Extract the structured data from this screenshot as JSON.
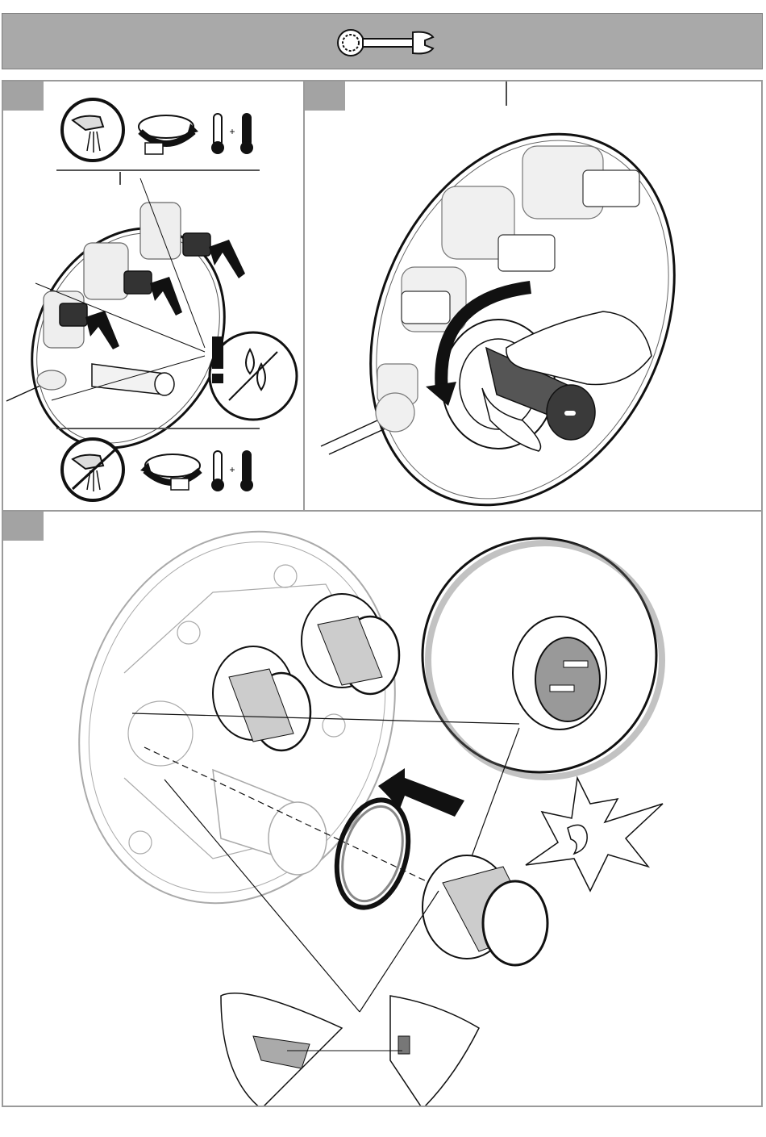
{
  "header": {
    "icon": "wrench-icon"
  },
  "steps": [
    {
      "id": "step-1",
      "icons": [
        "no-flow-tap-icon",
        "rotate-valve-icon",
        "thermometer-icon",
        "plus-sign",
        "thermometer-icon",
        "warning-exclamation-icon",
        "no-grease-drops-icon",
        "flow-tap-icon"
      ],
      "plus_text": "+"
    },
    {
      "id": "step-2",
      "icons": [
        "rotate-arrow-icon",
        "hand-icon"
      ]
    },
    {
      "id": "step-3",
      "icons": [
        "push-arrow-icon",
        "click-sound-ear-icon"
      ]
    }
  ],
  "colors": {
    "header_bg": "#a9a9a9",
    "tab_bg": "#a3a3a3",
    "border": "#9a9a9a",
    "line": "#111111"
  }
}
